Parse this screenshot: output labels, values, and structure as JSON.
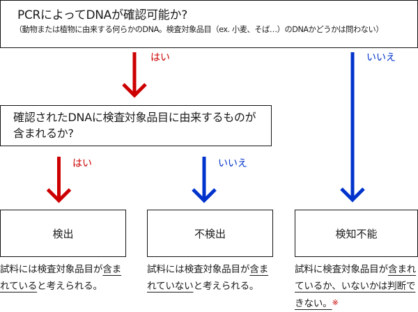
{
  "question1": {
    "title": "PCRによってDNAが確認可能か?",
    "note": "（動物または植物に由来する何らかのDNA。検査対象品目（ex. 小麦、そば…）のDNAかどうかは問わない）"
  },
  "question2": {
    "lines": [
      "確認されたDNAに検査対象品目に由来するものが",
      "含まれるか?"
    ]
  },
  "branches": {
    "q1_yes": "はい",
    "q1_no": "いいえ",
    "q2_yes": "はい",
    "q2_no": "いいえ"
  },
  "results": [
    {
      "label": "検出",
      "description": [
        [
          {
            "text": "試料には検査対象品目が",
            "underline": false
          },
          {
            "text": "含ま",
            "underline": true
          }
        ],
        [
          {
            "text": "れている",
            "underline": true
          },
          {
            "text": "と考えられる。",
            "underline": false
          }
        ]
      ]
    },
    {
      "label": "不検出",
      "description": [
        [
          {
            "text": "試料には検査対象品目が",
            "underline": false
          },
          {
            "text": "含ま",
            "underline": true
          }
        ],
        [
          {
            "text": "れていない",
            "underline": true
          },
          {
            "text": "と考えられる。",
            "underline": false
          }
        ]
      ]
    },
    {
      "label": "検知不能",
      "description": [
        [
          {
            "text": "試料に検査対象品目が",
            "underline": false
          },
          {
            "text": "含まれ",
            "underline": true
          }
        ],
        [
          {
            "text": "ているか、いないかは判断で",
            "underline": true
          }
        ],
        [
          {
            "text": "きない。",
            "underline": true
          },
          {
            "text": "※",
            "underline": false,
            "footnote": true
          }
        ]
      ]
    }
  ],
  "colors": {
    "yes": "#cc0000",
    "no": "#0033cc",
    "footnote": "#cc0000",
    "text": "#1a1a1a",
    "border": "#111111"
  }
}
